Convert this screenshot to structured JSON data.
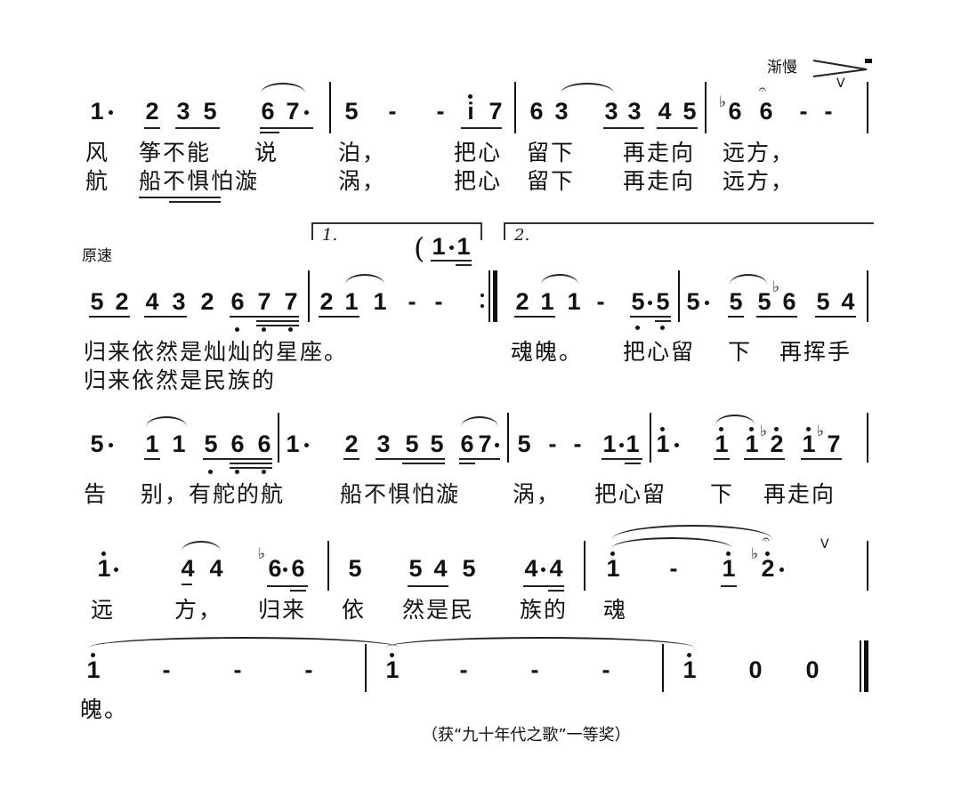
{
  "score": {
    "markings": {
      "ritardando": "渐慢",
      "a_tempo": "原速",
      "volta_1": "1.",
      "volta_2": "2."
    },
    "rows": [
      {
        "notes": "1· 2 3 5 6 7· | 5 - - i 7 | 6 3 3 3 4 5 | b6 6 - - |",
        "lyrics_verse1": "风 筝不能 说 泊， 把心 留下 再走向 远方，",
        "lyrics_verse2": "航 船不惧怕漩 涡， 把心 留下 再走向 远方，"
      },
      {
        "notes": "5 2 4 3 2 6 7 7 | 2 1 1 - - :|| 2 1 1 - 5.5 | 5. 5 5 b6 5 4 |",
        "lyrics_verse1": "归来依然是灿灿的星座。 魂魄。 把心留 下 再挥手",
        "lyrics_verse2": "归来依然是民族的"
      },
      {
        "notes": "5· 1 1 5 6 6 | 1· 2 3 5 5 67· | 5 - - 1.1 | i· i i b2 i b7 |",
        "lyrics": "告 别，有舵的航 船不惧怕漩 涡， 把心留 下 再走向"
      },
      {
        "notes": "i· 4 4 b6.6 | 5 545 4.4 | i - i b2· |",
        "lyrics": "远 方， 归来 依 然是民 族的 魂"
      },
      {
        "notes": "i - - - | i - - - | i 0 0 ||",
        "lyrics": "魄。"
      }
    ],
    "glyphs": {
      "r1": [
        "1",
        "2",
        "3",
        "5",
        "6",
        "7",
        "5",
        "-",
        "-",
        "i",
        "7",
        "6",
        "3",
        "3",
        "3",
        "4",
        "5",
        "6",
        "6",
        "-",
        "-"
      ],
      "r2": [
        "5",
        "2",
        "4",
        "3",
        "2",
        "6",
        "7",
        "7",
        "2",
        "1",
        "1",
        "-",
        "-",
        "2",
        "1",
        "1",
        "-",
        "5",
        "5",
        "5",
        "5",
        "5",
        "6",
        "5",
        "4"
      ],
      "r3": [
        "5",
        "1",
        "1",
        "5",
        "6",
        "6",
        "1",
        "2",
        "3",
        "5",
        "5",
        "6",
        "7",
        "5",
        "-",
        "-",
        "1",
        "1",
        "1",
        "1",
        "1",
        "2",
        "1",
        "7"
      ],
      "r4": [
        "1",
        "4",
        "4",
        "6",
        "6",
        "5",
        "5",
        "4",
        "5",
        "4",
        "4",
        "1",
        "-",
        "1",
        "2"
      ],
      "r5": [
        "1",
        "-",
        "-",
        "-",
        "1",
        "-",
        "-",
        "-",
        "1",
        "0",
        "0"
      ],
      "pickup": [
        "1",
        "1"
      ]
    },
    "lyric_lines": {
      "r1v1": [
        "风",
        "筝不能",
        "说",
        "泊，",
        "把心",
        "留下",
        "再走向",
        "远方，"
      ],
      "r1v2": [
        "航",
        "船不惧怕漩",
        "涡，",
        "把心",
        "留下",
        "再走向",
        "远方，"
      ],
      "r2v1": "归来依然是灿灿的星座。",
      "r2v1b": [
        "魂魄。",
        "把心留",
        "下",
        "再挥手"
      ],
      "r2v2": "归来依然是民族的",
      "r3": [
        "告",
        "别，有舵的航",
        "船不惧怕漩",
        "涡，",
        "把心留",
        "下",
        "再走向"
      ],
      "r4": [
        "远",
        "方，",
        "归来",
        "依",
        "然是民",
        "族的",
        "魂"
      ],
      "r5": "魄。"
    },
    "footer": "（获“九十年代之歌”一等奖）"
  }
}
